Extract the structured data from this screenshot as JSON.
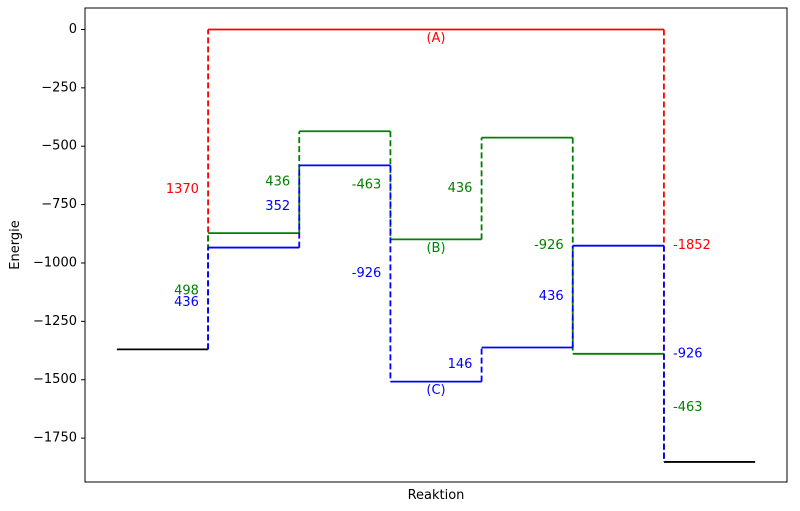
{
  "chart_data": {
    "type": "line",
    "title": "",
    "xlabel": "Reaktion",
    "ylabel": "Energie",
    "ylim": [
      -1938,
      92
    ],
    "xlim": [
      -0.35,
      7.35
    ],
    "yticks": [
      0,
      -250,
      -500,
      -750,
      -1000,
      -1250,
      -1500,
      -1750
    ],
    "ytick_labels": [
      "0",
      "−250",
      "−500",
      "−750",
      "−1000",
      "−1250",
      "−1500",
      "−1750"
    ],
    "grid": false,
    "legend": "none",
    "colors": {
      "A": "#ff0000",
      "B": "#008000",
      "C": "#0000ff",
      "base": "#000000"
    },
    "base_levels": [
      {
        "x0": 0,
        "x1": 1,
        "y": -1370
      },
      {
        "x0": 6,
        "x1": 7,
        "y": -1852
      }
    ],
    "series": [
      {
        "id": "A",
        "color": "#ff0000",
        "levels": [
          {
            "x0": 1,
            "x1": 6,
            "y": 0
          }
        ],
        "transitions": [
          {
            "x": 1,
            "from": -1370,
            "to": 0
          },
          {
            "x": 6,
            "from": 0,
            "to": -1852
          }
        ]
      },
      {
        "id": "B",
        "color": "#008000",
        "levels": [
          {
            "x0": 1,
            "x1": 2,
            "y": -872
          },
          {
            "x0": 2,
            "x1": 3,
            "y": -436
          },
          {
            "x0": 3,
            "x1": 4,
            "y": -899
          },
          {
            "x0": 4,
            "x1": 5,
            "y": -463
          },
          {
            "x0": 5,
            "x1": 6,
            "y": -1389
          }
        ],
        "transitions": [
          {
            "x": 1,
            "from": -1370,
            "to": -872
          },
          {
            "x": 2,
            "from": -872,
            "to": -436
          },
          {
            "x": 3,
            "from": -436,
            "to": -899
          },
          {
            "x": 4,
            "from": -899,
            "to": -463
          },
          {
            "x": 5,
            "from": -463,
            "to": -1389
          },
          {
            "x": 6,
            "from": -1389,
            "to": -1852
          }
        ]
      },
      {
        "id": "C",
        "color": "#0000ff",
        "levels": [
          {
            "x0": 1,
            "x1": 2,
            "y": -934
          },
          {
            "x0": 2,
            "x1": 3,
            "y": -582
          },
          {
            "x0": 3,
            "x1": 4,
            "y": -1508
          },
          {
            "x0": 4,
            "x1": 5,
            "y": -1362
          },
          {
            "x0": 5,
            "x1": 6,
            "y": -926
          }
        ],
        "transitions": [
          {
            "x": 1,
            "from": -1370,
            "to": -934
          },
          {
            "x": 2,
            "from": -934,
            "to": -582
          },
          {
            "x": 3,
            "from": -582,
            "to": -1508
          },
          {
            "x": 4,
            "from": -1508,
            "to": -1362
          },
          {
            "x": 5,
            "from": -1362,
            "to": -926
          },
          {
            "x": 6,
            "from": -926,
            "to": -1852
          }
        ]
      }
    ],
    "annotations": [
      {
        "text": "(A)",
        "x": 3.5,
        "y": -38,
        "color": "#ff0000",
        "anchor": "middle"
      },
      {
        "text": "1370",
        "x": 0.9,
        "y": -685,
        "color": "#ff0000",
        "anchor": "end"
      },
      {
        "text": "-1852",
        "x": 6.1,
        "y": -926,
        "color": "#ff0000",
        "anchor": "start"
      },
      {
        "text": "498",
        "x": 0.9,
        "y": -1121,
        "color": "#008000",
        "anchor": "end"
      },
      {
        "text": "436",
        "x": 0.9,
        "y": -1170,
        "color": "#0000ff",
        "anchor": "end"
      },
      {
        "text": "436",
        "x": 1.9,
        "y": -653,
        "color": "#008000",
        "anchor": "end"
      },
      {
        "text": "352",
        "x": 1.9,
        "y": -758,
        "color": "#0000ff",
        "anchor": "end"
      },
      {
        "text": "-463",
        "x": 2.9,
        "y": -667,
        "color": "#008000",
        "anchor": "end"
      },
      {
        "text": "(B)",
        "x": 3.5,
        "y": -938,
        "color": "#008000",
        "anchor": "middle"
      },
      {
        "text": "-926",
        "x": 2.9,
        "y": -1045,
        "color": "#0000ff",
        "anchor": "end"
      },
      {
        "text": "(C)",
        "x": 3.5,
        "y": -1547,
        "color": "#0000ff",
        "anchor": "middle"
      },
      {
        "text": "146",
        "x": 3.9,
        "y": -1435,
        "color": "#0000ff",
        "anchor": "end"
      },
      {
        "text": "436",
        "x": 3.9,
        "y": -681,
        "color": "#008000",
        "anchor": "end"
      },
      {
        "text": "-926",
        "x": 4.9,
        "y": -926,
        "color": "#008000",
        "anchor": "end"
      },
      {
        "text": "436",
        "x": 4.9,
        "y": -1144,
        "color": "#0000ff",
        "anchor": "end"
      },
      {
        "text": "-926",
        "x": 6.1,
        "y": -1389,
        "color": "#0000ff",
        "anchor": "start"
      },
      {
        "text": "-463",
        "x": 6.1,
        "y": -1620,
        "color": "#008000",
        "anchor": "start"
      }
    ]
  }
}
